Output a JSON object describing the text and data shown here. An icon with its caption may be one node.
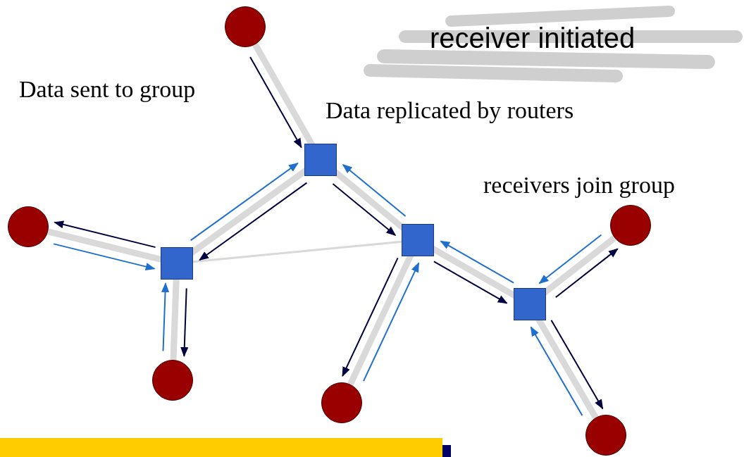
{
  "diagram": {
    "nodes": [
      {
        "text": [],
        "shape": "circle"
      },
      {
        "text": [],
        "shape": "box"
      },
      {
        "text": [],
        "shape": "circle"
      },
      {
        "text": [],
        "shape": "circle"
      },
      {
        "text": [],
        "shape": "box"
      },
      {
        "text": [],
        "shape": "box"
      },
      {
        "text": [],
        "shape": "box"
      },
      {
        "text": [],
        "shape": "circle"
      },
      {
        "text": [],
        "shape": "circle"
      },
      {
        "text": [],
        "shape": "circle"
      }
    ],
    "edges": [
      {
        "from": 0,
        "to": 1,
        "arrow": "none",
        "style": "thick",
        "color": "#d9d9d9"
      },
      {
        "from": 1,
        "to": 5,
        "arrow": "none",
        "style": "thick",
        "color": "#d9d9d9"
      },
      {
        "from": 1,
        "to": 4,
        "arrow": "none",
        "style": "thick",
        "color": "#d9d9d9"
      },
      {
        "from": 5,
        "to": 4,
        "arrow": "none",
        "color": "#d9d9d9"
      },
      {
        "from": 5,
        "to": 3,
        "arrow": "none",
        "style": "thick",
        "color": "#d9d9d9"
      },
      {
        "from": 5,
        "to": 7,
        "arrow": "none",
        "style": "thick",
        "color": "#d9d9d9"
      },
      {
        "from": 4,
        "to": 8,
        "arrow": "none",
        "style": "thick",
        "color": "#d9d9d9"
      },
      {
        "from": 4,
        "to": 6,
        "arrow": "none",
        "style": "thick",
        "color": "#d9d9d9"
      },
      {
        "from": 6,
        "to": 2,
        "arrow": "none",
        "style": "thick",
        "color": "#d9d9d9"
      },
      {
        "from": 6,
        "to": 9,
        "arrow": "none",
        "style": "thick",
        "color": "#d9d9d9"
      },
      {
        "from": 0,
        "to": 1,
        "arrow": "to",
        "color": "#000040"
      },
      {
        "from": 1,
        "to": 5,
        "arrow": "to",
        "color": "#000040"
      },
      {
        "from": 5,
        "to": 3,
        "arrow": "to",
        "color": "#000040"
      },
      {
        "from": 5,
        "to": 7,
        "arrow": "to",
        "color": "#000040"
      },
      {
        "from": 1,
        "to": 4,
        "arrow": "to",
        "color": "#000040"
      },
      {
        "from": 4,
        "to": 8,
        "arrow": "to",
        "color": "#000040"
      },
      {
        "from": 4,
        "to": 6,
        "arrow": "to",
        "color": "#000040"
      },
      {
        "from": 6,
        "to": 9,
        "arrow": "to",
        "color": "#000040"
      },
      {
        "from": 6,
        "to": 2,
        "arrow": "to",
        "color": "#000040"
      },
      {
        "from": 3,
        "to": 5,
        "arrow": "to",
        "color": "#1f6fd0"
      },
      {
        "from": 7,
        "to": 5,
        "arrow": "to",
        "color": "#1f6fd0"
      },
      {
        "from": 5,
        "to": 1,
        "arrow": "to",
        "color": "#1f6fd0"
      },
      {
        "from": 8,
        "to": 4,
        "arrow": "to",
        "color": "#1f6fd0"
      },
      {
        "from": 4,
        "to": 1,
        "arrow": "to",
        "color": "#1f6fd0"
      },
      {
        "from": 6,
        "to": 4,
        "arrow": "to",
        "color": "#1f6fd0"
      },
      {
        "from": 2,
        "to": 6,
        "arrow": "to",
        "color": "#1f6fd0"
      },
      {
        "from": 9,
        "to": 6,
        "arrow": "to",
        "color": "#1f6fd0"
      }
    ],
    "labels": [
      "receiver initiated",
      "Data sent to group",
      "Data replicated by routers",
      "receivers join group"
    ]
  }
}
